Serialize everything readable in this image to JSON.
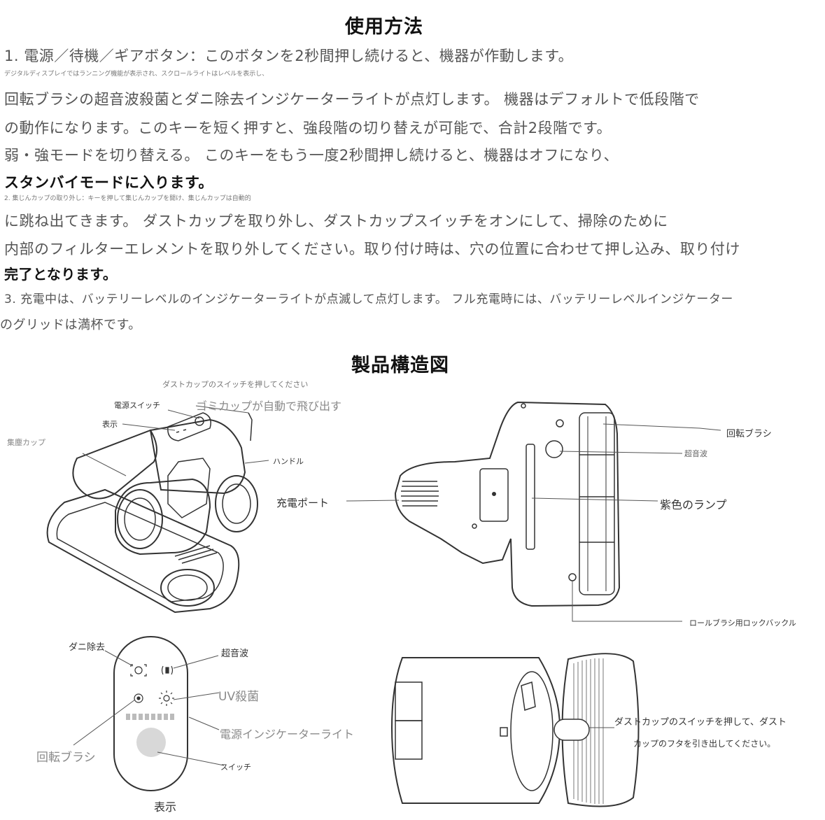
{
  "section1": {
    "title": "使用方法",
    "lines": [
      "1. 電源／待機／ギアボタン：このボタンを2秒間押し続けると、機器が作動します。",
      "デジタルディスプレイではランニング機能が表示され、スクロールライトはレベルを表示し、",
      "回転ブラシの超音波殺菌とダニ除去インジケーターライトが点灯します。 機器はデフォルトで低段階で",
      "の動作になります。このキーを短く押すと、強段階の切り替えが可能で、合計2段階です。",
      "弱・強モードを切り替える。 このキーをもう一度2秒間押し続けると、機器はオフになり、",
      "スタンバイモードに入ります。",
      "2. 集じんカップの取り外し：キーを押して集じんカップを開け、集じんカップは自動的",
      "に跳ね出てきます。 ダストカップを取り外し、ダストカップスイッチをオンにして、掃除のために",
      "内部のフィルターエレメントを取り外してください。取り付け時は、穴の位置に合わせて押し込み、取り付け",
      "完了となります。",
      "3. 充電中は、バッテリーレベルのインジケーターライトが点滅して点灯します。 フル充電時には、バッテリーレベルインジケーター",
      "のグリッドは満杯です。"
    ]
  },
  "section2": {
    "title": "製品構造図",
    "labels": {
      "dustcup_switch_hint": "ダストカップのスイッチを押してください",
      "power_switch": "電源スイッチ",
      "cup_pops_out": "ゴミカップが自動で飛び出す",
      "display": "表示",
      "dust_cup": "集塵カップ",
      "handle": "ハンドル",
      "rotating_brush_right": "回転ブラシ",
      "ultrasonic_right": "超音波",
      "charging_port": "充電ポート",
      "purple_lamp": "紫色のランプ",
      "roll_brush_lock": "ロールブラシ用ロックバックル",
      "mite_removal": "ダニ除去",
      "ultrasonic_panel": "超音波",
      "uv_sterilize": "UV殺菌",
      "power_indicator": "電源インジケーターライト",
      "rotating_brush_panel": "回転ブラシ",
      "switch": "スイッチ",
      "display_caption": "表示",
      "cup_note_line1": "ダストカップのスイッチを押して、ダスト",
      "cup_note_line2": "カップのフタを引き出してください。"
    }
  }
}
